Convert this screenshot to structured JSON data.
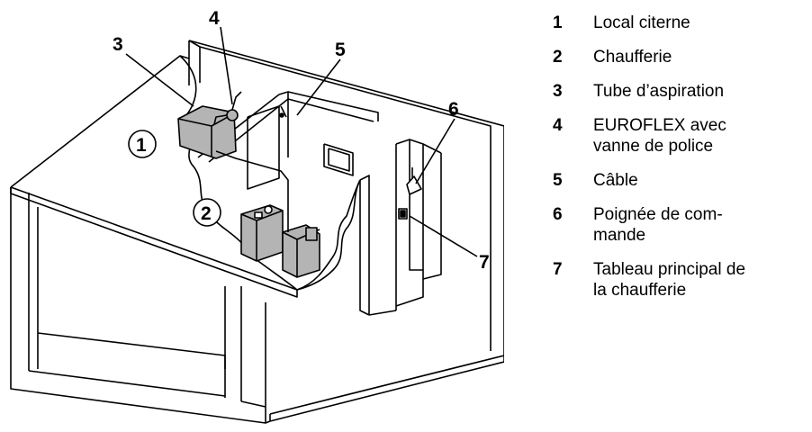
{
  "callouts": [
    "1",
    "2",
    "3",
    "4",
    "5",
    "6",
    "7"
  ],
  "legend": [
    {
      "num": "1",
      "lines": [
        "Local citerne"
      ]
    },
    {
      "num": "2",
      "lines": [
        "Chaufferie"
      ]
    },
    {
      "num": "3",
      "lines": [
        "Tube d’aspiration"
      ]
    },
    {
      "num": "4",
      "lines": [
        "EUROFLEX avec",
        "vanne de police"
      ]
    },
    {
      "num": "5",
      "lines": [
        "Câble"
      ]
    },
    {
      "num": "6",
      "lines": [
        "Poignée de com-",
        "mande"
      ]
    },
    {
      "num": "7",
      "lines": [
        "Tableau principal de",
        "la chaufferie"
      ]
    }
  ],
  "colors": {
    "line": "#000000",
    "tank_fill": "#b4b4b4",
    "background": "#ffffff"
  }
}
